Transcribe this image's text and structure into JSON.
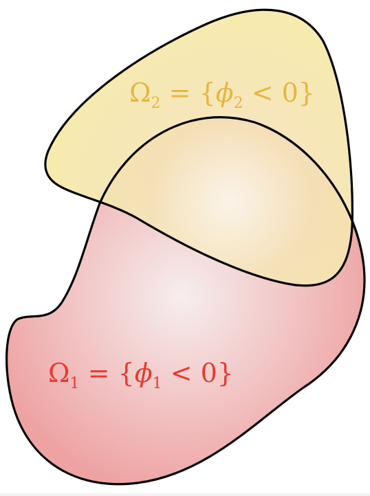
{
  "diagram": {
    "regions": [
      {
        "id": "omega1",
        "label": {
          "omega": "Ω",
          "omega_sub": "1",
          "eq": " = {",
          "phi": "ϕ",
          "phi_sub": "1",
          "rest": " < 0}"
        },
        "color": "#e83a2f",
        "fill_center": "#f6eeee",
        "fill_edge": "#eea2a2"
      },
      {
        "id": "omega2",
        "label": {
          "omega": "Ω",
          "omega_sub": "2",
          "eq": " = {",
          "phi": "ϕ",
          "phi_sub": "2",
          "rest": " < 0}"
        },
        "color": "#e4b743",
        "fill_center": "#fbf7ec",
        "fill_edge": "#f6e8a8"
      }
    ],
    "outline_color": "#000000"
  }
}
